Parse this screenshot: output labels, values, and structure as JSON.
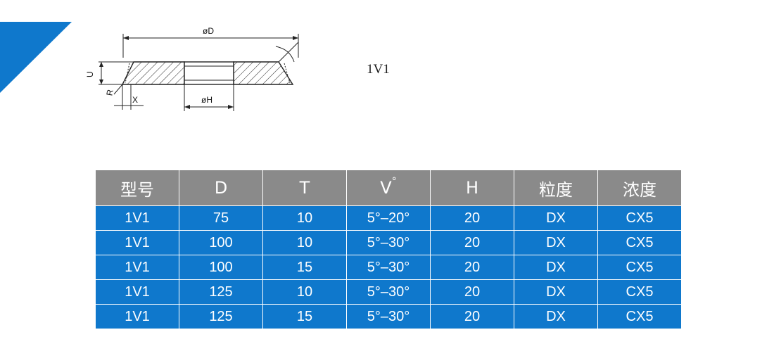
{
  "drawing": {
    "labels": {
      "outer_diameter": "øD",
      "bore_diameter": "øH",
      "height": "U",
      "radius": "R",
      "width": "X"
    }
  },
  "model_label": "1V1",
  "table": {
    "headers": [
      "型号",
      "D",
      "T",
      "V",
      "H",
      "粒度",
      "浓度"
    ],
    "header_superscript": "°",
    "rows": [
      [
        "1V1",
        "75",
        "10",
        "5°–20°",
        "20",
        "DX",
        "CX5"
      ],
      [
        "1V1",
        "100",
        "10",
        "5°–30°",
        "20",
        "DX",
        "CX5"
      ],
      [
        "1V1",
        "100",
        "15",
        "5°–30°",
        "20",
        "DX",
        "CX5"
      ],
      [
        "1V1",
        "125",
        "10",
        "5°–30°",
        "20",
        "DX",
        "CX5"
      ],
      [
        "1V1",
        "125",
        "15",
        "5°–30°",
        "20",
        "DX",
        "CX5"
      ]
    ]
  },
  "colors": {
    "accent_blue": "#0f78cc",
    "header_gray": "#8a8a8a"
  }
}
